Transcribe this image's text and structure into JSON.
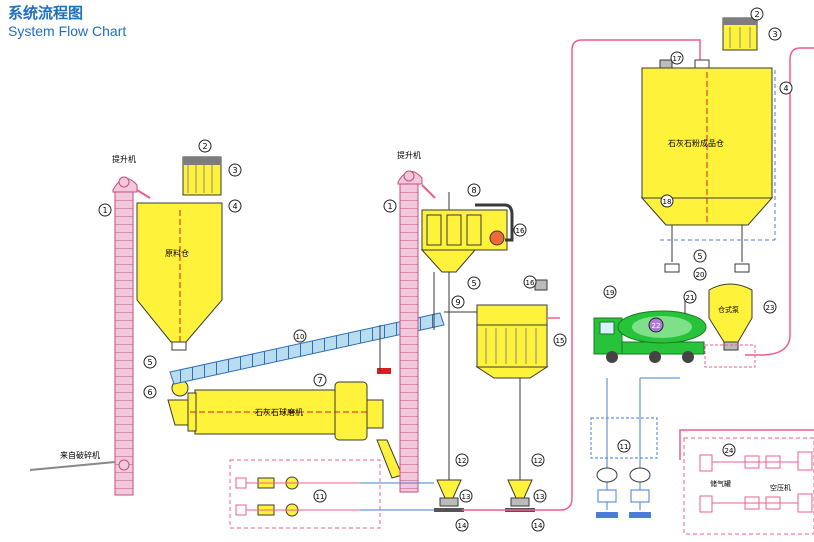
{
  "header": {
    "title_cn": "系统流程图",
    "title_en": "System Flow Chart"
  },
  "labels": {
    "elevator_left": "提升机",
    "elevator_mid": "提升机",
    "raw_silo": "原料仓",
    "product_silo": "石灰石粉成品仓",
    "mill": "石灰石球磨机",
    "bin_pump": "仓式泵",
    "crusher_feed": "来自破碎机",
    "gas_tank": "储气罐",
    "compressor": "空压机"
  },
  "numbers": {
    "n1": "1",
    "n2": "2",
    "n3": "3",
    "n4": "4",
    "n5": "5",
    "n6": "6",
    "n7": "7",
    "n8": "8",
    "n9": "9",
    "n10": "10",
    "n11": "11",
    "n12": "12",
    "n13": "13",
    "n14": "14",
    "n15": "15",
    "n16": "16",
    "n17": "17",
    "n18": "18",
    "n19": "19",
    "n20": "20",
    "n21": "21",
    "n22": "22",
    "n23": "23",
    "n24": "24"
  },
  "colors": {
    "equipment": "#fff23a",
    "outline": "#3a3a3a",
    "pipe_pink": "#ef5f8c",
    "pipe_blue": "#4a7fcf",
    "marker_red": "#d42020",
    "elevator": "#f3c8dc",
    "truck": "#27c33a",
    "title": "#1f6fc0"
  }
}
